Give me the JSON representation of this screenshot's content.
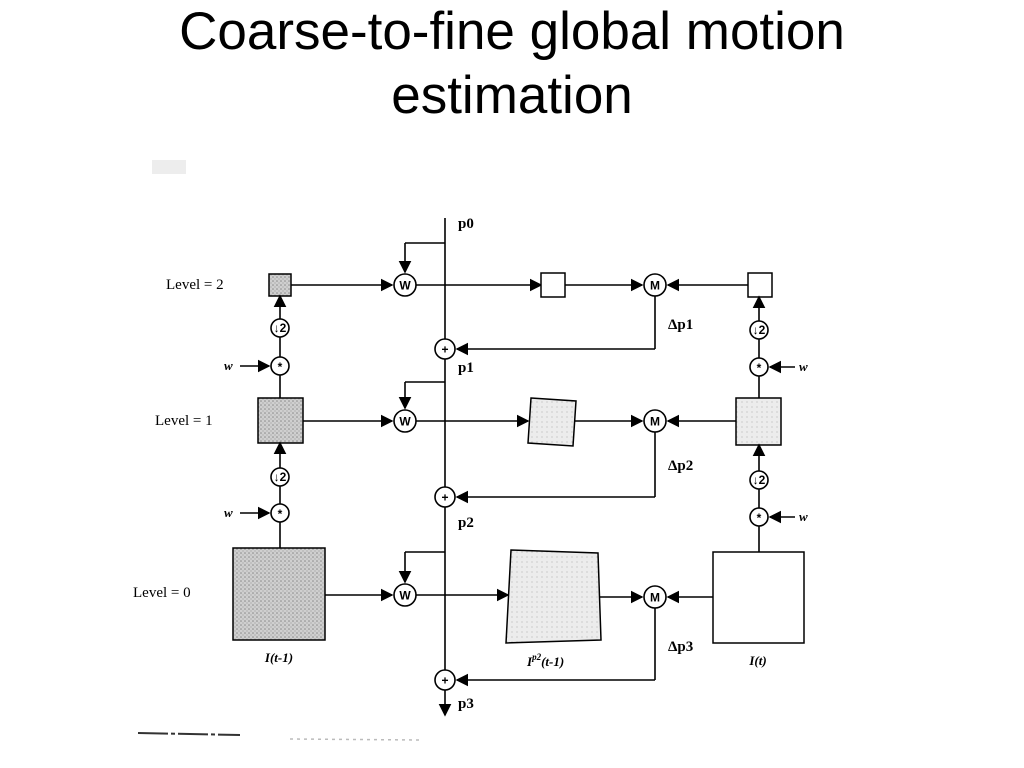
{
  "slide": {
    "title_line1": "Coarse-to-fine global motion",
    "title_line2": "estimation"
  },
  "diagram": {
    "levels": [
      "Level = 2",
      "Level = 1",
      "Level = 0"
    ],
    "params": [
      "p0",
      "p1",
      "p2",
      "p3"
    ],
    "deltas": [
      "Δp1",
      "Δp2",
      "Δp3"
    ],
    "warp_label": "W",
    "match_label": "M",
    "downsample_label": "↓2",
    "blur_label": "*",
    "plus_label": "+",
    "w_label": "w",
    "frame_prev": "I(t-1)",
    "frame_warped": "I",
    "frame_warped_sup": "p2",
    "frame_warped_arg": "(t-1)",
    "frame_curr": "I(t)"
  }
}
